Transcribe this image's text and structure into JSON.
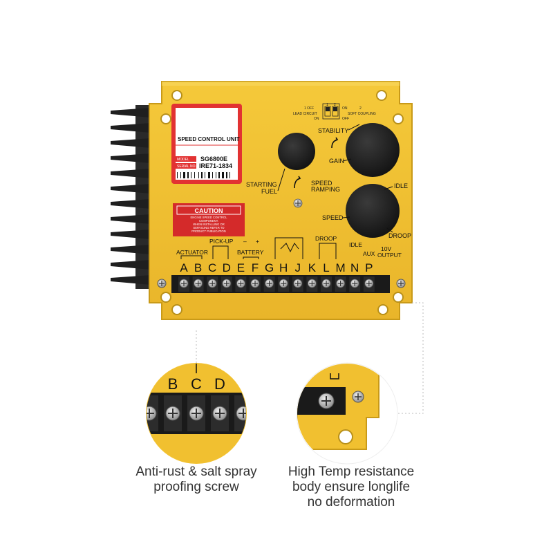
{
  "label": {
    "title": "SPEED CONTROL UNIT",
    "model_label": "MODEL",
    "model_value": "SG6800E",
    "serial_label": "SERIAL NO.",
    "serial_value": "IRE71-1834"
  },
  "caution": {
    "title": "CAUTION",
    "lines": [
      "ENGINE SPEED CONTROL",
      "COMPONENT.",
      "WHEN INSTALLING OR",
      "SERVICING REFER TO",
      "PRODUCT PUBLICATION"
    ]
  },
  "switch": {
    "left_top": "1  OFF",
    "left_bottom": "LEAD CIRCUIT",
    "left_on": "ON",
    "right_top": "ON",
    "right_mid": "2",
    "right_soft": "SOFT COUPLING",
    "right_off": "OFF",
    "pos1": "1",
    "pos2": "2"
  },
  "pots": {
    "stability": "STABILITY",
    "gain": "GAIN",
    "starting": "STARTING",
    "fuel": "FUEL",
    "speed_ramping_1": "SPEED",
    "speed_ramping_2": "RAMPING",
    "idle": "IDLE",
    "speed": "SPEED",
    "droop": "DROOP"
  },
  "terminal_groups": {
    "actuator": "ACTUATOR",
    "pickup": "PICK-UP",
    "battery": "BATTERY",
    "minus": "–",
    "plus": "+",
    "droop": "DROOP",
    "idle": "IDLE",
    "aux": "AUX",
    "output_1": "10V",
    "output_2": "OUTPUT"
  },
  "terminal_letters": [
    "A",
    "B",
    "C",
    "D",
    "E",
    "F",
    "G",
    "H",
    "J",
    "K",
    "L",
    "M",
    "N",
    "P"
  ],
  "zoom_left_letters": [
    "B",
    "C",
    "D"
  ],
  "captions": {
    "left": [
      "Anti-rust & salt spray",
      "proofing screw"
    ],
    "right": [
      "High Temp resistance",
      "body ensure longlife",
      "no deformation"
    ]
  },
  "colors": {
    "body": "#f2c230",
    "body_dark": "#c99a18",
    "heatsink": "#2a2a2a",
    "caution_red": "#d42a2a",
    "knob": "#1e1e1e"
  }
}
